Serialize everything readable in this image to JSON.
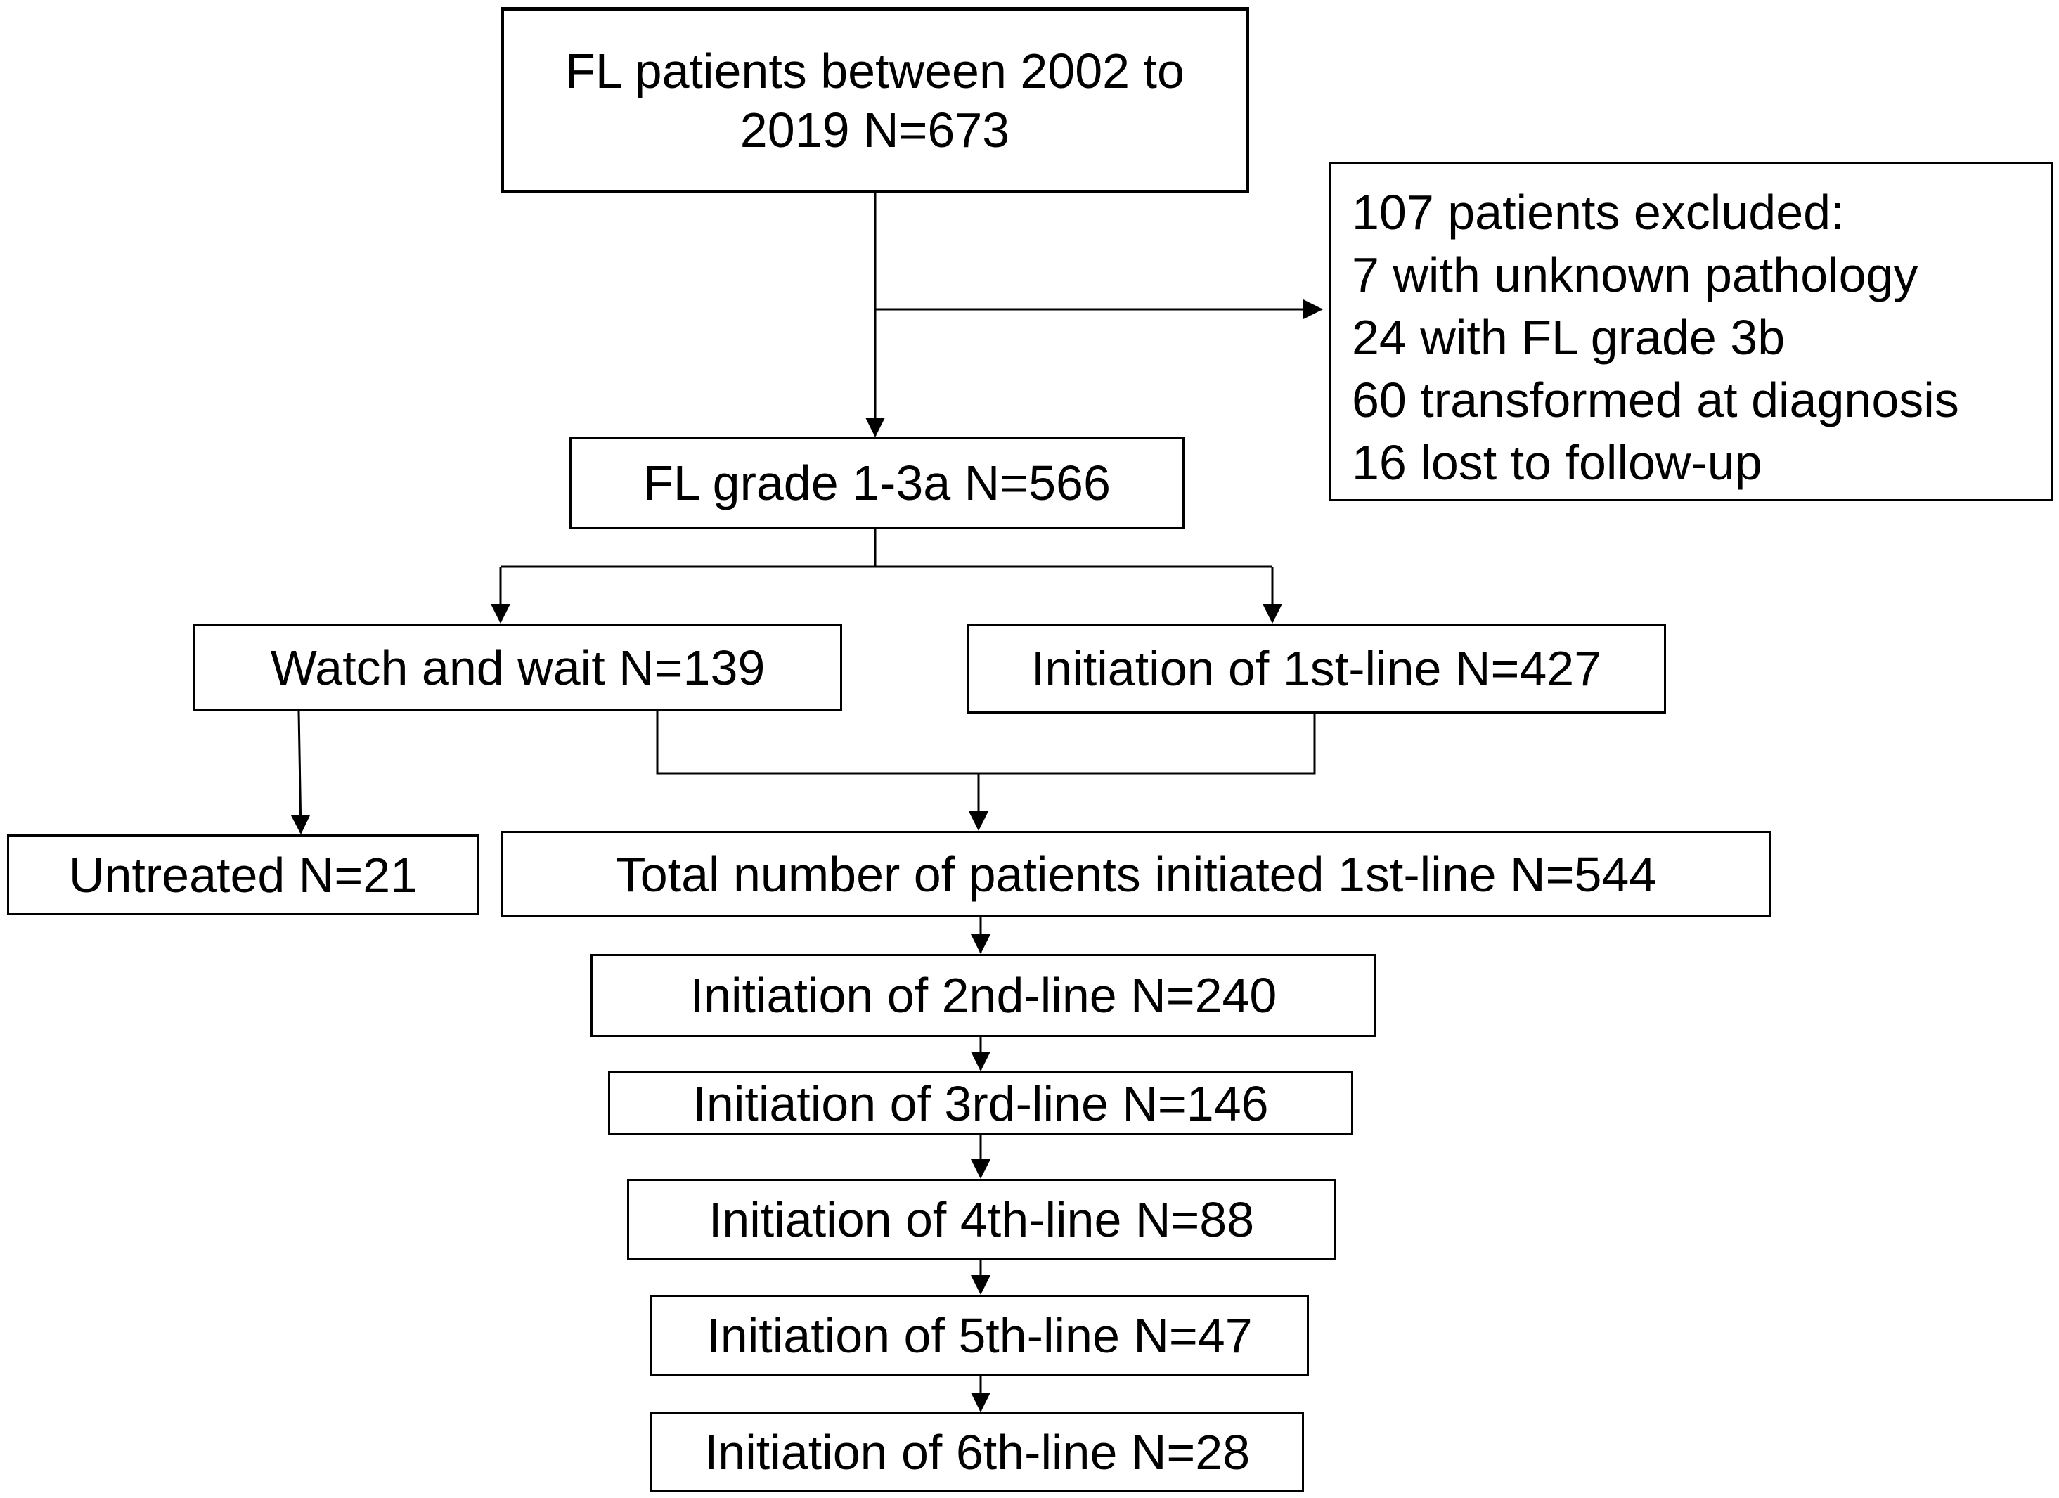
{
  "diagram": {
    "nodes": {
      "all_patients": {
        "lines": [
          "FL patients between 2002 to",
          "2019 N=673"
        ]
      },
      "excluded": {
        "lines": [
          "107 patients excluded:",
          "7 with unknown pathology",
          "24 with FL grade 3b",
          "60 transformed at diagnosis",
          "16 lost to follow-up"
        ]
      },
      "grade": {
        "label": "FL grade 1-3a N=566"
      },
      "watch_wait": {
        "label": "Watch and wait N=139"
      },
      "first_line": {
        "label": "Initiation of 1st-line N=427"
      },
      "untreated": {
        "label": "Untreated N=21"
      },
      "total_first_line": {
        "label": "Total number of patients initiated 1st-line N=544"
      },
      "second_line": {
        "label": "Initiation of 2nd-line N=240"
      },
      "third_line": {
        "label": "Initiation of 3rd-line N=146"
      },
      "fourth_line": {
        "label": "Initiation of 4th-line N=88"
      },
      "fifth_line": {
        "label": "Initiation of 5th-line N=47"
      },
      "sixth_line": {
        "label": "Initiation of 6th-line N=28"
      }
    },
    "edges": [
      {
        "from": "all_patients",
        "to": "grade"
      },
      {
        "from": "all_patients",
        "to": "excluded"
      },
      {
        "from": "grade",
        "to": "watch_wait"
      },
      {
        "from": "grade",
        "to": "first_line"
      },
      {
        "from": "watch_wait",
        "to": "untreated"
      },
      {
        "from": "watch_wait",
        "to": "total_first_line"
      },
      {
        "from": "first_line",
        "to": "total_first_line"
      },
      {
        "from": "total_first_line",
        "to": "second_line"
      },
      {
        "from": "second_line",
        "to": "third_line"
      },
      {
        "from": "third_line",
        "to": "fourth_line"
      },
      {
        "from": "fourth_line",
        "to": "fifth_line"
      },
      {
        "from": "fifth_line",
        "to": "sixth_line"
      }
    ],
    "colors": {
      "line": "#000000",
      "background": "#ffffff"
    }
  }
}
